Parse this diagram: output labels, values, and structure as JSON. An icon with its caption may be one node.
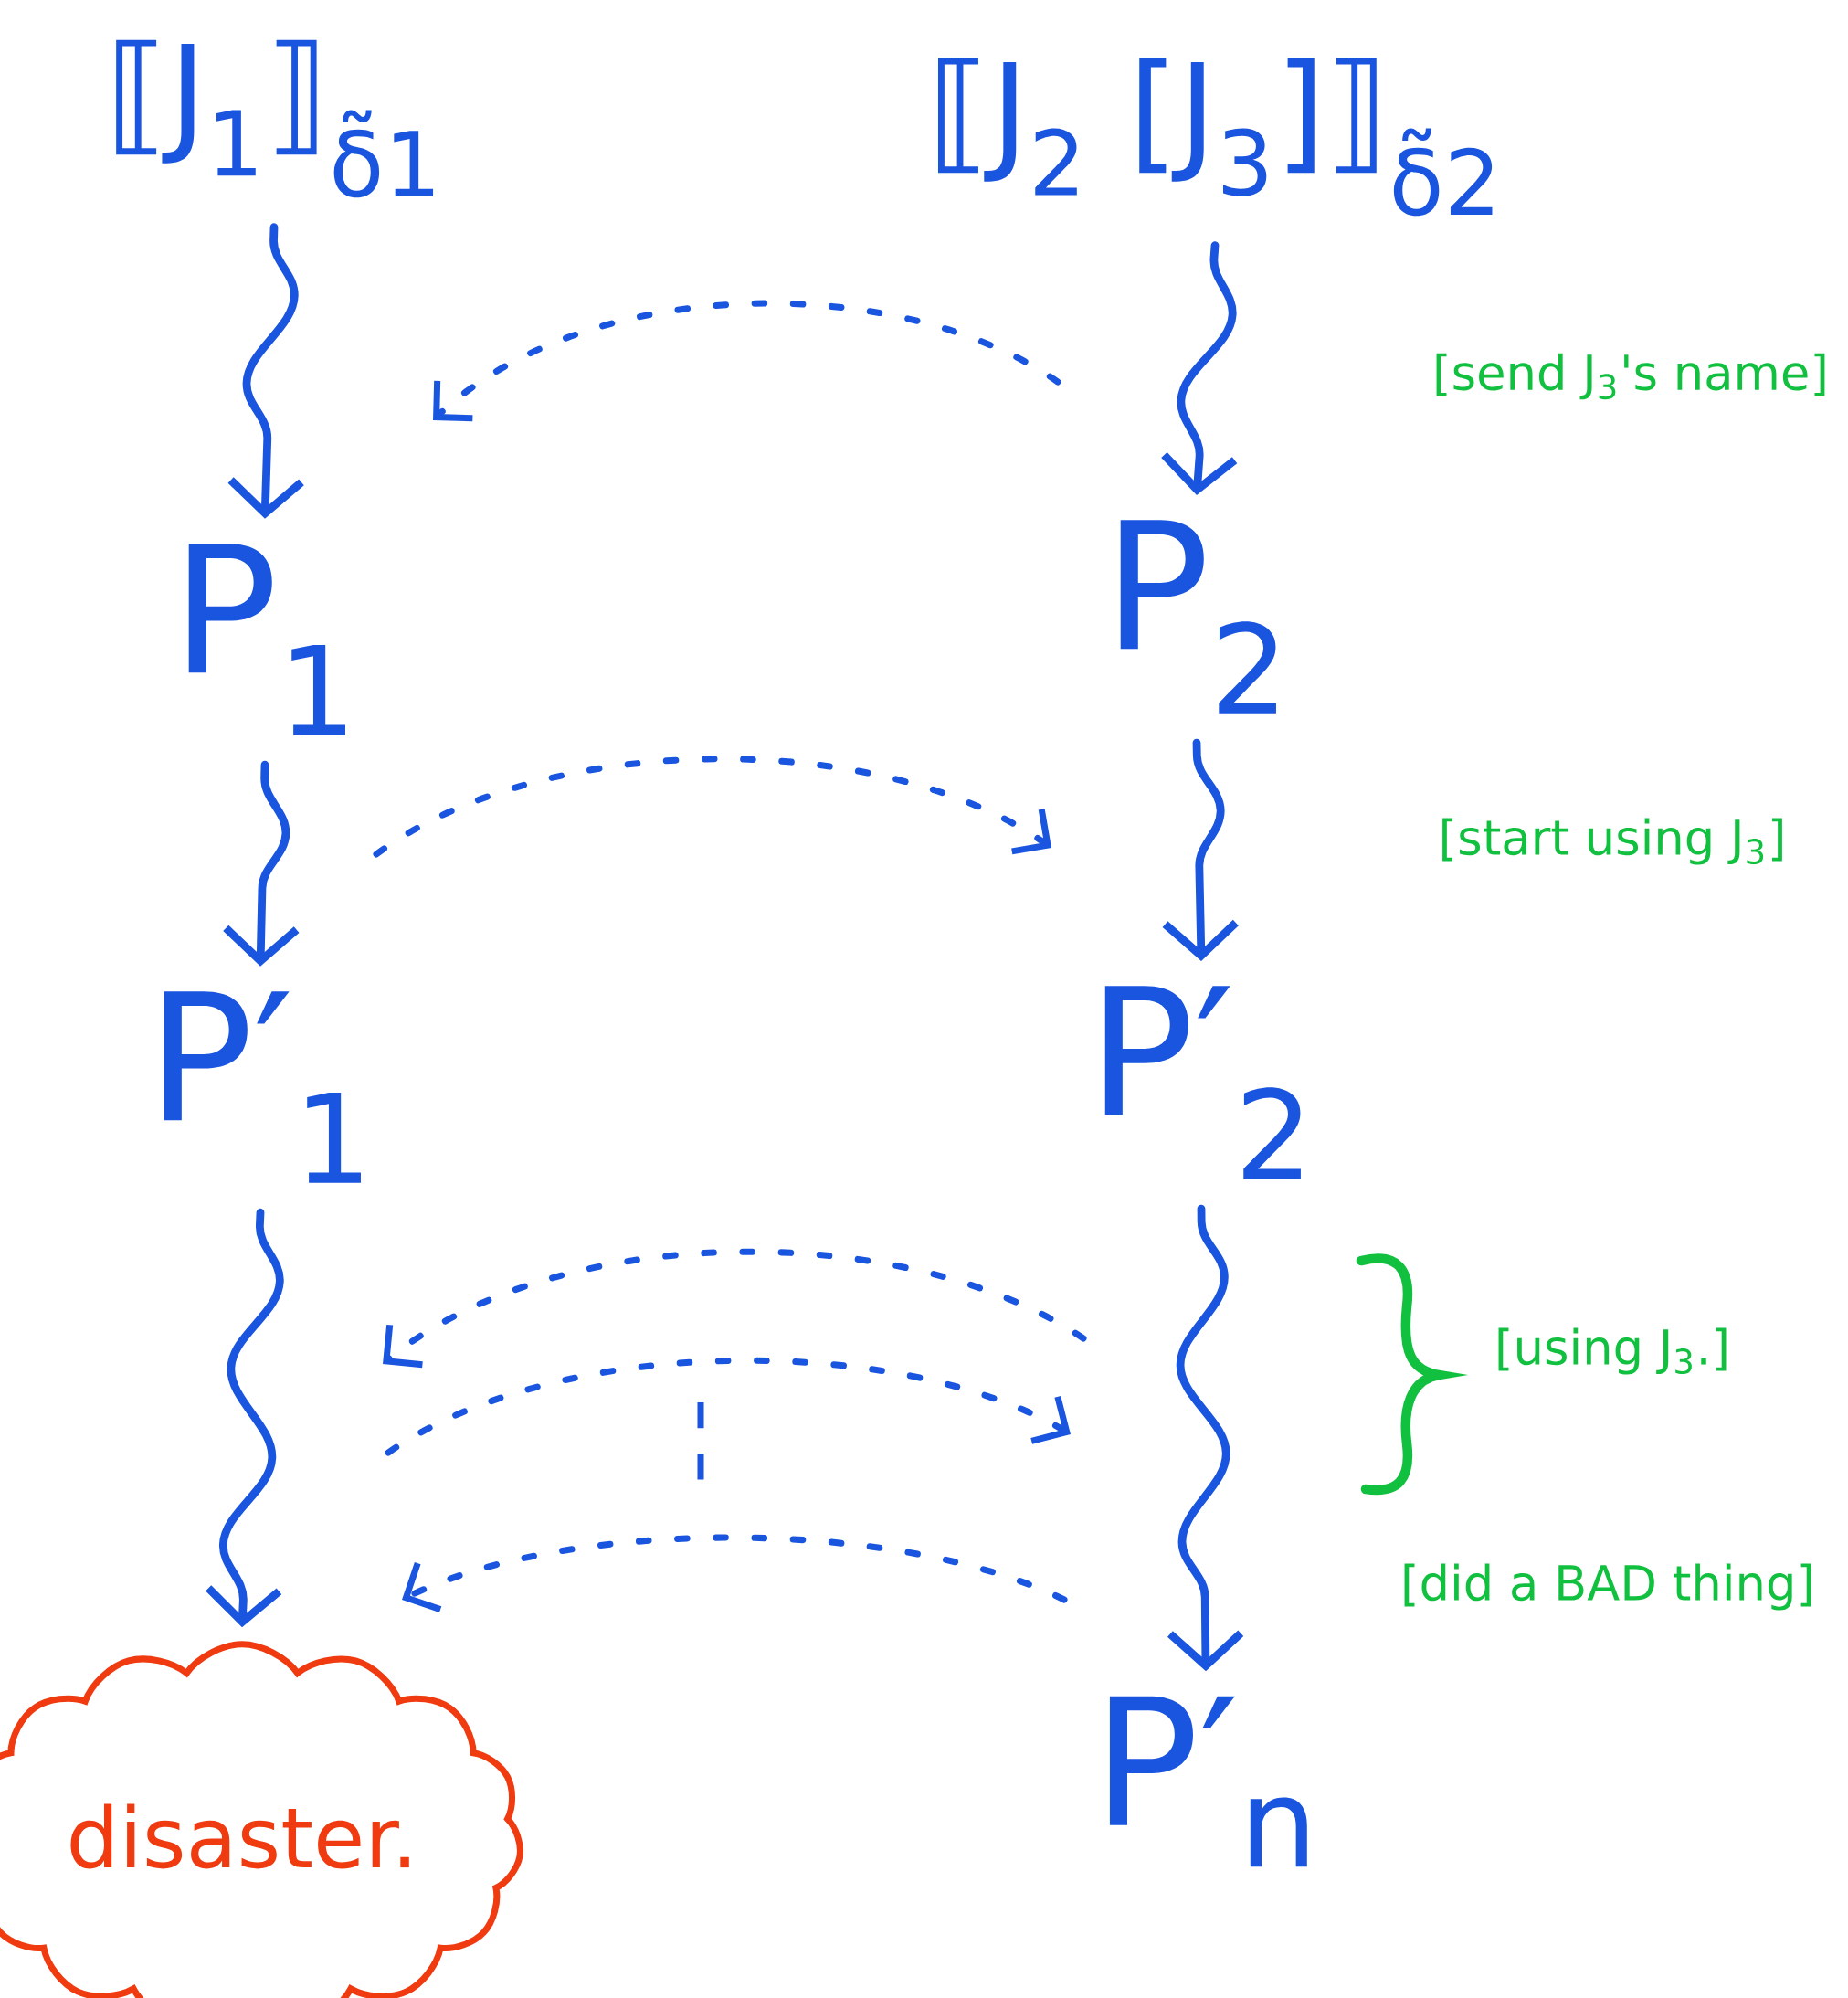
{
  "diagram": {
    "nodes": [
      {
        "text": [
          "⟦J$_{1}$⟧$_{δ̃1}$"
        ]
      },
      {
        "text": [
          "⟦J$_{2}$ [J$_{3}$]⟧$_{δ̃2}$"
        ]
      },
      {
        "text": [
          "P$_{1}$"
        ]
      },
      {
        "text": [
          "P$_{2}$"
        ]
      },
      {
        "text": [
          "P′$_{1}$"
        ]
      },
      {
        "text": [
          "P′$_{2}$"
        ]
      },
      {
        "text": [
          "disaster."
        ]
      },
      {
        "text": [
          "P′$_{n}$"
        ]
      }
    ],
    "edges": [
      {
        "from": 0,
        "to": 2,
        "arrow": "to"
      },
      {
        "from": 2,
        "to": 4,
        "arrow": "to"
      },
      {
        "from": 4,
        "to": 6,
        "arrow": "to"
      },
      {
        "from": 1,
        "to": 3,
        "arrow": "to"
      },
      {
        "from": 3,
        "to": 5,
        "arrow": "to"
      },
      {
        "from": 5,
        "to": 7,
        "arrow": "to"
      }
    ],
    "labels": [
      "[send J$_{3}$'s name]",
      "[start using J$_{3}$]",
      "[using J$_{3}$.]",
      "[did a BAD thing]"
    ]
  }
}
